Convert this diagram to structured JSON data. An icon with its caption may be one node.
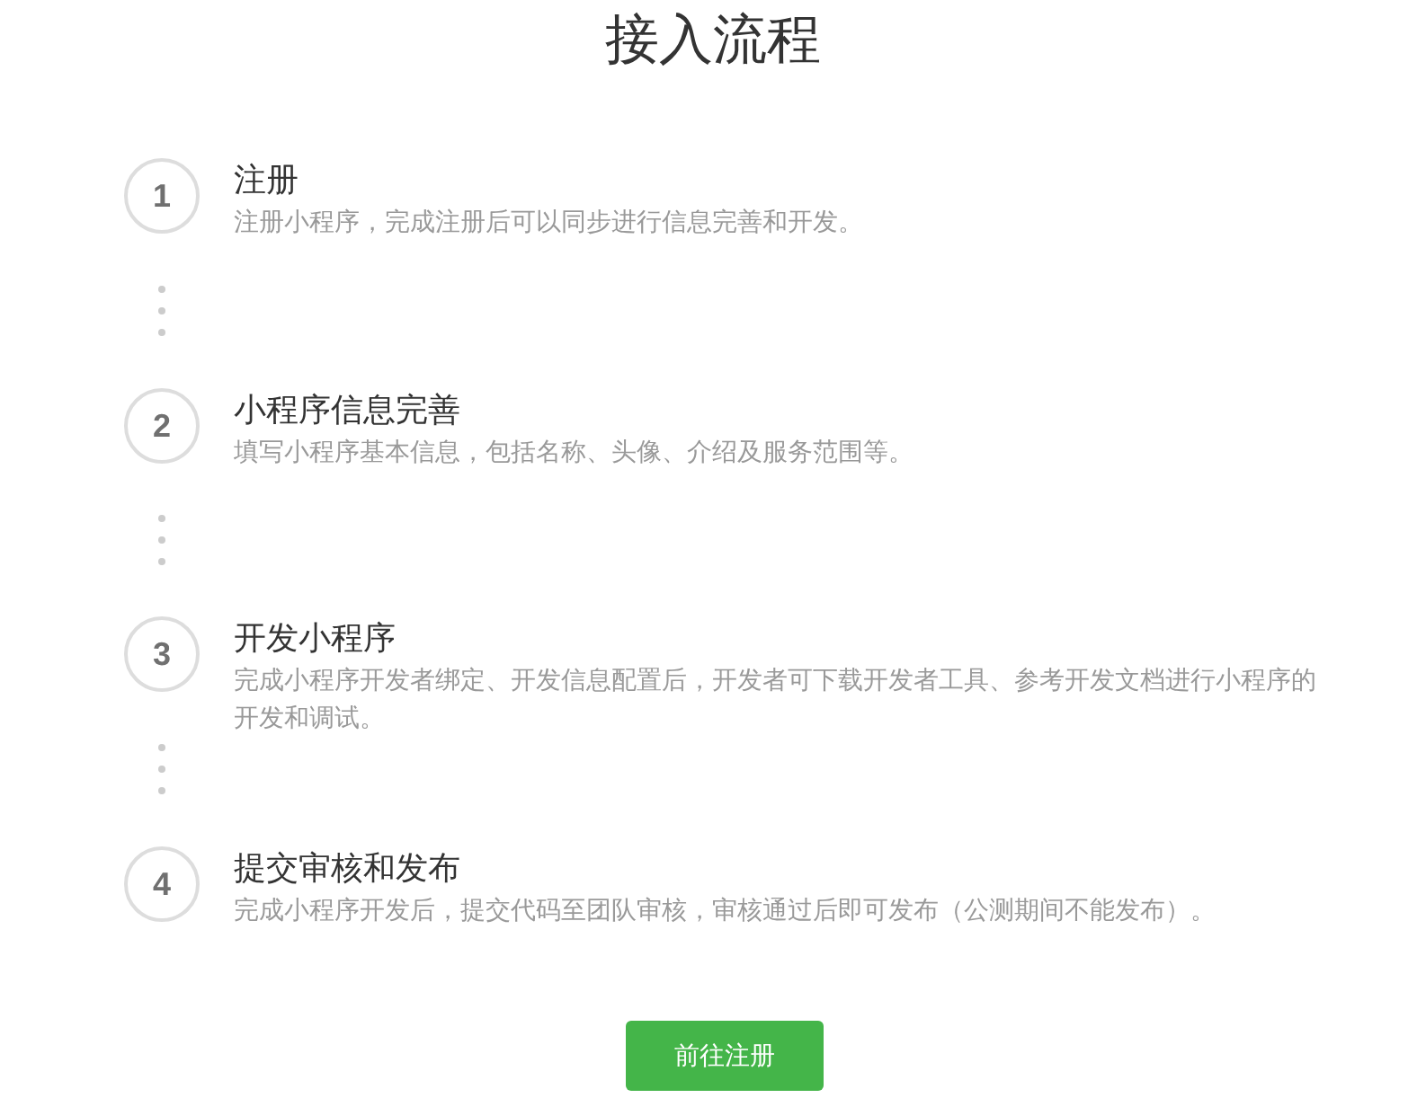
{
  "diagram": {
    "title": "接入流程",
    "nodes": [
      {
        "text": [
          "1"
        ],
        "beside": [
          "注册",
          "注册小程序，完成注册后可以同步进行信息完善和开发。"
        ]
      },
      {
        "text": [
          "2"
        ],
        "beside": [
          "小程序信息完善",
          "填写小程序基本信息，包括名称、头像、介绍及服务范围等。"
        ]
      },
      {
        "text": [
          "3"
        ],
        "beside": [
          "开发小程序",
          "完成小程序开发者绑定、开发信息配置后，开发者可下载开发者工具、参考开发文档进行小程序的开发和调试。"
        ]
      },
      {
        "text": [
          "4"
        ],
        "beside": [
          "提交审核和发布",
          "完成小程序开发后，提交代码至团队审核，审核通过后即可发布（公测期间不能发布）。"
        ]
      },
      {
        "text": [
          "前往注册"
        ]
      }
    ],
    "edges": [
      {
        "from": 0,
        "to": 1,
        "arrow": "none",
        "style": "dashed"
      },
      {
        "from": 1,
        "to": 2,
        "arrow": "none",
        "style": "dashed"
      },
      {
        "from": 2,
        "to": 3,
        "arrow": "none",
        "style": "dashed"
      }
    ]
  }
}
